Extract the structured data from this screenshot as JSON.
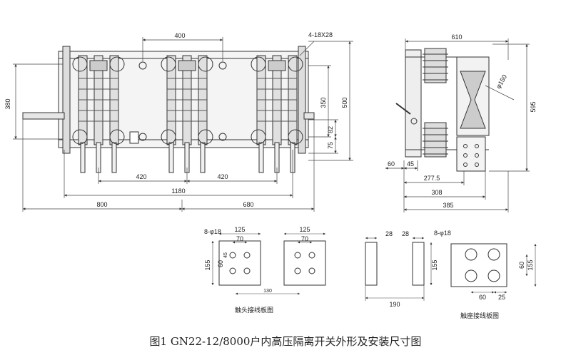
{
  "caption": "图1   GN22-12/8000户内高压隔离开关外形及安装尺寸图",
  "front_view": {
    "dims": {
      "d400": "400",
      "hole_spec": "4-18X28",
      "d380": "380",
      "d350": "350",
      "d500": "500",
      "d82": "82",
      "d75": "75",
      "d420_left": "420",
      "d420_right": "420",
      "d1180": "1180",
      "d800": "800",
      "d680": "680"
    }
  },
  "side_view": {
    "dims": {
      "d610": "610",
      "phi150": "φ150",
      "d595": "595",
      "d60": "60",
      "d45": "45",
      "d277_5": "277.5",
      "d308": "308",
      "d385": "385"
    }
  },
  "contact_plates": {
    "label": "触头接线板图",
    "dims": {
      "holes": "8-φ18",
      "d125_a": "125",
      "d70_a": "70",
      "d125_b": "125",
      "d70_b": "70",
      "d155": "155",
      "d60": "60",
      "d45": "45",
      "d130": "130"
    }
  },
  "seat_plates": {
    "label": "触座接线板图",
    "dims": {
      "d28_a": "28",
      "d28_b": "28",
      "d155": "155",
      "d190": "190",
      "holes": "8-φ18",
      "d60_v": "60",
      "d155_v": "155",
      "d60_h": "60",
      "d25": "25"
    }
  },
  "colors": {
    "line": "#333333",
    "fill": "#e8e8e8",
    "dark": "#555555"
  }
}
